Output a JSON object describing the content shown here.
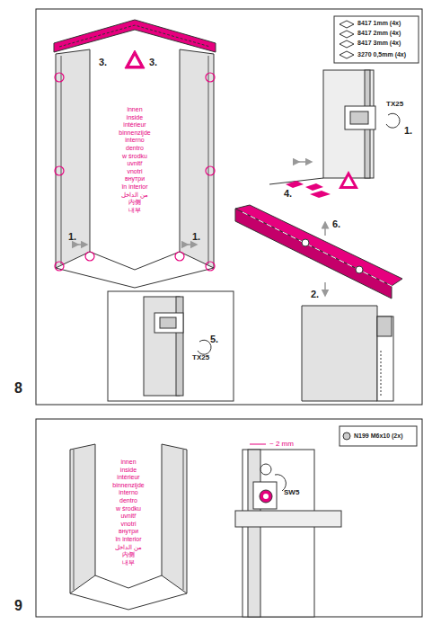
{
  "diagram": {
    "labels": [
      "3.",
      "3.",
      "1.",
      "1.",
      "1.",
      "TX25",
      "4.",
      "6.",
      "2.",
      "5.",
      "TX25",
      "8417 1mm (4x)",
      "8417 2mm (4x)",
      "8417 3mm (4x)",
      "3270 0,5mm (4x)",
      "8",
      "innen",
      "inside",
      "intérieur",
      "binnenzijde",
      "interno",
      "dentro",
      "w środku",
      "uvnitř",
      "vnotri",
      "внутри",
      "în interior",
      "من الداخل",
      "内侧",
      "내부",
      "9",
      "innen",
      "inside",
      "intérieur",
      "binnenzijde",
      "interno",
      "dentro",
      "w środku",
      "uvnitř",
      "vnotri",
      "внутри",
      "în interior",
      "من الداخل",
      "内侧",
      "내부",
      "N199 M6x10 (2x)",
      "SW5",
      "~ 2 mm"
    ]
  }
}
